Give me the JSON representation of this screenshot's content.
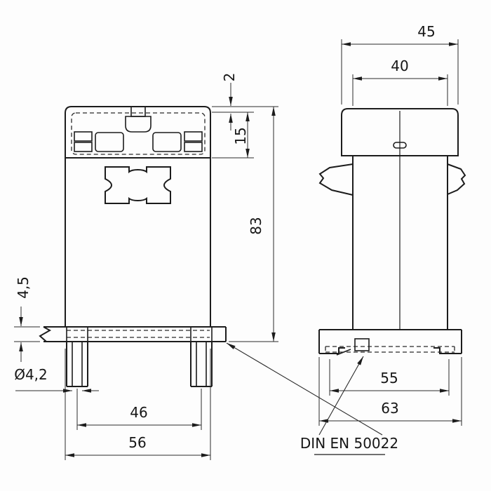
{
  "drawing": {
    "dimensions": {
      "top_outer_width": "45",
      "top_inner_width": "40",
      "cover_lip": "2",
      "terminal_section_height": "15",
      "overall_height": "83",
      "rail_slot_height": "4,5",
      "hole_diameter": "Ø4,2",
      "hole_spacing": "46",
      "body_width": "56",
      "rail_width": "55",
      "base_width": "63"
    },
    "labels": {
      "din_rail_standard": "DIN EN 50022"
    }
  }
}
